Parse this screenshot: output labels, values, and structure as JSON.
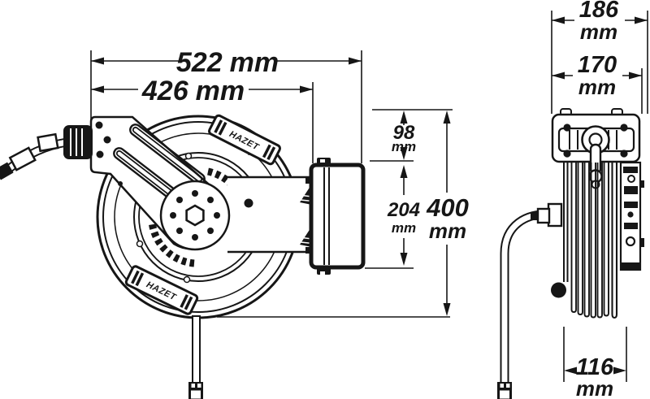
{
  "drawing": {
    "type": "hose-reel technical drawing, two orthographic views",
    "background_color": "#ffffff",
    "line_color": "#161616"
  },
  "dimensions": {
    "front": {
      "total_width": {
        "value": "522",
        "unit": "mm"
      },
      "mount_width": {
        "value": "426",
        "unit": "mm"
      },
      "top_offset": {
        "value": "98",
        "unit": "mm"
      },
      "bracket_height": {
        "value": "204",
        "unit": "mm"
      },
      "total_height": {
        "value": "400",
        "unit": "mm"
      }
    },
    "side": {
      "total_depth": {
        "value": "186",
        "unit": "mm"
      },
      "bracket_depth": {
        "value": "170",
        "unit": "mm"
      },
      "drum_width": {
        "value": "116",
        "unit": "mm"
      }
    }
  },
  "labels": {
    "reel_badge_top": "HAZET",
    "reel_badge_bottom": "HAZET"
  }
}
